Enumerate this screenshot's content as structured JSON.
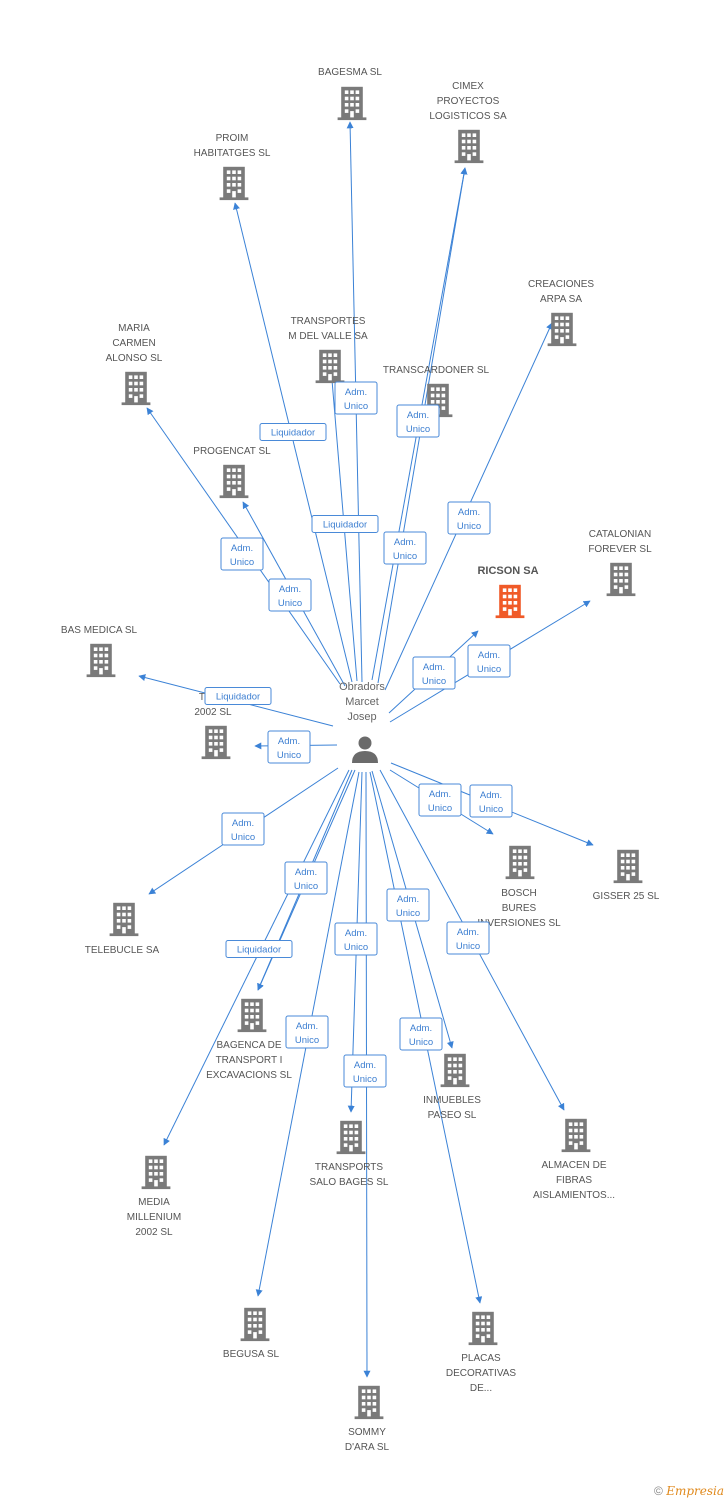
{
  "colors": {
    "edge": "#3b82d6",
    "building": "#7a7a7a",
    "focus_building": "#f05a28",
    "person": "#6b6b6b"
  },
  "person": {
    "name_lines": [
      "Obradors",
      "Marcet",
      "Josep"
    ],
    "icon": "person-icon"
  },
  "nodes": [
    {
      "id": "bagesma",
      "label": [
        "BAGESMA SL"
      ]
    },
    {
      "id": "cimex",
      "label": [
        "CIMEX",
        "PROYECTOS",
        "LOGISTICOS SA"
      ]
    },
    {
      "id": "proim",
      "label": [
        "PROIM",
        "HABITATGES SL"
      ]
    },
    {
      "id": "creaciones",
      "label": [
        "CREACIONES",
        "ARPA SA"
      ]
    },
    {
      "id": "transportes-mdv",
      "label": [
        "TRANSPORTES",
        "M DEL VALLE SA"
      ]
    },
    {
      "id": "transcardoner",
      "label": [
        "TRANSCARDONER SL"
      ]
    },
    {
      "id": "maria",
      "label": [
        "MARIA",
        "CARMEN",
        "ALONSO SL"
      ]
    },
    {
      "id": "progencat",
      "label": [
        "PROGENCAT SL"
      ]
    },
    {
      "id": "catalonian",
      "label": [
        "CATALONIAN",
        "FOREVER SL"
      ]
    },
    {
      "id": "ricson",
      "label": [
        "RICSON SA"
      ],
      "focus": true
    },
    {
      "id": "basmedica",
      "label": [
        "BAS MEDICA SL"
      ]
    },
    {
      "id": "tra2002",
      "label": [
        "TRA...",
        "2002 SL"
      ]
    },
    {
      "id": "bosch",
      "label": [
        "BOSCH",
        "BURES",
        "INVERSIONES SL"
      ]
    },
    {
      "id": "gisser",
      "label": [
        "GISSER 25 SL"
      ]
    },
    {
      "id": "telebucle",
      "label": [
        "TELEBUCLE SA"
      ]
    },
    {
      "id": "bagenca",
      "label": [
        "BAGENCA DE",
        "TRANSPORT I",
        "EXCAVACIONS SL"
      ]
    },
    {
      "id": "inmuebles",
      "label": [
        "INMUEBLES",
        "PASEO SL"
      ]
    },
    {
      "id": "almacen",
      "label": [
        "ALMACEN DE",
        "FIBRAS",
        "AISLAMIENTOS..."
      ]
    },
    {
      "id": "transports-salo",
      "label": [
        "TRANSPORTS",
        "SALO BAGES SL"
      ]
    },
    {
      "id": "media",
      "label": [
        "MEDIA",
        "MILLENIUM",
        "2002 SL"
      ]
    },
    {
      "id": "begusa",
      "label": [
        "BEGUSA SL"
      ]
    },
    {
      "id": "placas",
      "label": [
        "PLACAS",
        "DECORATIVAS",
        "DE..."
      ]
    },
    {
      "id": "sommy",
      "label": [
        "SOMMY",
        "D'ARA SL"
      ]
    }
  ],
  "edges": [
    {
      "to": "bagesma",
      "role": [
        "Adm.",
        "Unico"
      ]
    },
    {
      "to": "cimex",
      "role": [
        "Adm.",
        "Unico"
      ]
    },
    {
      "to": "cimex",
      "role": [
        "Adm.",
        "Unico"
      ]
    },
    {
      "to": "proim",
      "role": [
        "Liquidador"
      ]
    },
    {
      "to": "transportes-mdv",
      "role": [
        "Liquidador"
      ]
    },
    {
      "to": "creaciones",
      "role": [
        "Adm.",
        "Unico"
      ]
    },
    {
      "to": "maria",
      "role": [
        "Adm.",
        "Unico"
      ]
    },
    {
      "to": "progencat",
      "role": [
        "Adm.",
        "Unico"
      ]
    },
    {
      "to": "ricson",
      "role": [
        "Adm.",
        "Unico"
      ]
    },
    {
      "to": "catalonian",
      "role": [
        "Adm.",
        "Unico"
      ]
    },
    {
      "to": "basmedica",
      "role": [
        "Liquidador"
      ]
    },
    {
      "to": "tra2002",
      "role": [
        "Adm.",
        "Unico"
      ]
    },
    {
      "to": "bosch",
      "role": [
        "Adm.",
        "Unico"
      ]
    },
    {
      "to": "gisser",
      "role": [
        "Adm.",
        "Unico"
      ]
    },
    {
      "to": "telebucle",
      "role": [
        "Adm.",
        "Unico"
      ]
    },
    {
      "to": "bagenca",
      "role": [
        "Adm.",
        "Unico"
      ]
    },
    {
      "to": "bagenca",
      "role": [
        "Liquidador"
      ]
    },
    {
      "to": "transports-salo",
      "role": [
        "Adm.",
        "Unico"
      ]
    },
    {
      "to": "inmuebles",
      "role": [
        "Adm.",
        "Unico"
      ]
    },
    {
      "to": "almacen",
      "role": [
        "Adm.",
        "Unico"
      ]
    },
    {
      "to": "media",
      "role": [
        "Adm.",
        "Unico"
      ]
    },
    {
      "to": "sommy",
      "role": [
        "Adm.",
        "Unico"
      ]
    },
    {
      "to": "placas",
      "role": [
        "Adm.",
        "Unico"
      ]
    },
    {
      "to": "begusa",
      "role": []
    }
  ],
  "footer": {
    "copyright": "©",
    "brand": "Empresia"
  }
}
